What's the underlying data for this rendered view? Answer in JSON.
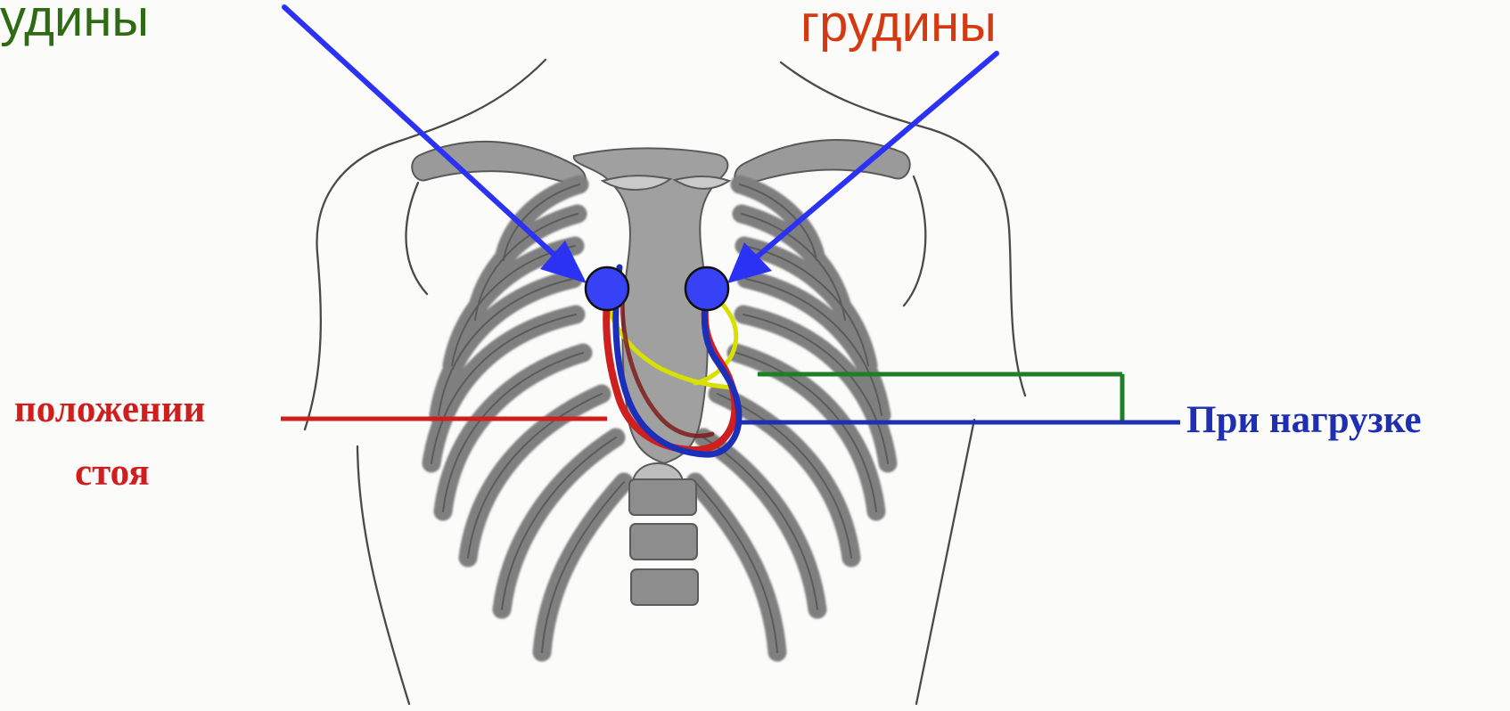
{
  "labels": {
    "left_top": "удины",
    "right_top": "грудины",
    "left_middle_line1": "положении",
    "left_middle_line2": "стоя",
    "right_middle": "При нагрузке"
  },
  "colors": {
    "green": "#2f6b12",
    "orange_red": "#d43a12",
    "red": "#d01e1e",
    "blue": "#2c32f4",
    "dark_blue": "#1e2fb2",
    "line_green": "#1e7f25",
    "bone": "#8f8f8f",
    "bone_dark": "#555555",
    "yellow": "#d8e000"
  },
  "icons": {
    "markers": [
      "blue-dot-marker",
      "blue-dot-marker"
    ]
  }
}
